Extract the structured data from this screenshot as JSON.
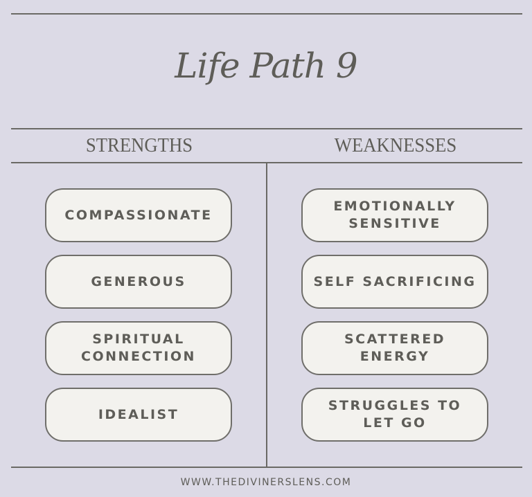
{
  "title": "Life Path 9",
  "columns": {
    "strengths": {
      "heading": "STRENGTHS",
      "items": [
        "COMPASSIONATE",
        "GENEROUS",
        "SPIRITUAL CONNECTION",
        "IDEALIST"
      ]
    },
    "weaknesses": {
      "heading": "WEAKNESSES",
      "items": [
        "EMOTIONALLY SENSITIVE",
        "SELF SACRIFICING",
        "SCATTERED ENERGY",
        "STRUGGLES TO LET GO"
      ]
    }
  },
  "footer": "WWW.THEDIVINERSLENS.COM",
  "colors": {
    "background": "#dcdae6",
    "pill_fill": "#f3f2ee",
    "text": "#5e5d58",
    "lines": "#6a6965"
  }
}
